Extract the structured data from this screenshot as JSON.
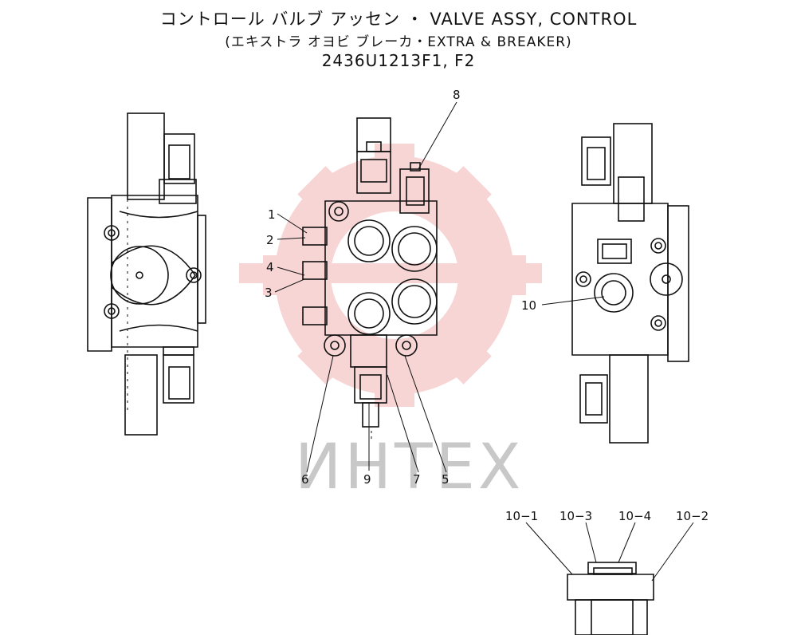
{
  "header": {
    "title_line1": "コントロール バルブ アッセン ・ VALVE ASSY, CONTROL",
    "title_line2": "(エキストラ オヨビ ブレーカ・EXTRA & BREAKER)",
    "part_number": "2436U1213F1, F2"
  },
  "watermark": {
    "text": "ИНТЕХ",
    "gear_color": "#f3b3b3"
  },
  "callouts": {
    "c1": "1",
    "c2": "2",
    "c3": "3",
    "c4": "4",
    "c5": "5",
    "c6": "6",
    "c7": "7",
    "c8": "8",
    "c9": "9",
    "c10": "10"
  },
  "detail_callouts": {
    "d1": "10−1",
    "d2": "10−3",
    "d3": "10−4",
    "d4": "10−2"
  }
}
